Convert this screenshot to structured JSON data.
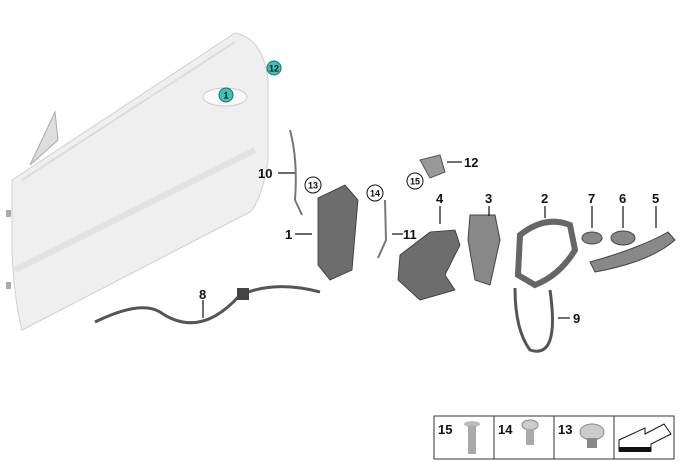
{
  "door_callouts": [
    "1",
    "12"
  ],
  "labels": {
    "p1": "1",
    "p2": "2",
    "p3": "3",
    "p4": "4",
    "p5": "5",
    "p6": "6",
    "p7": "7",
    "p8": "8",
    "p9": "9",
    "p10": "10",
    "p11": "11",
    "p12": "12"
  },
  "circled_labels": {
    "c13": "13",
    "c14": "14",
    "c15": "15"
  },
  "legend_table": {
    "cells": [
      "15",
      "14",
      "13"
    ]
  },
  "colors": {
    "callout_fill": "#3cc3b8",
    "door": "#eeeeee",
    "part": "#6d6d6d"
  }
}
